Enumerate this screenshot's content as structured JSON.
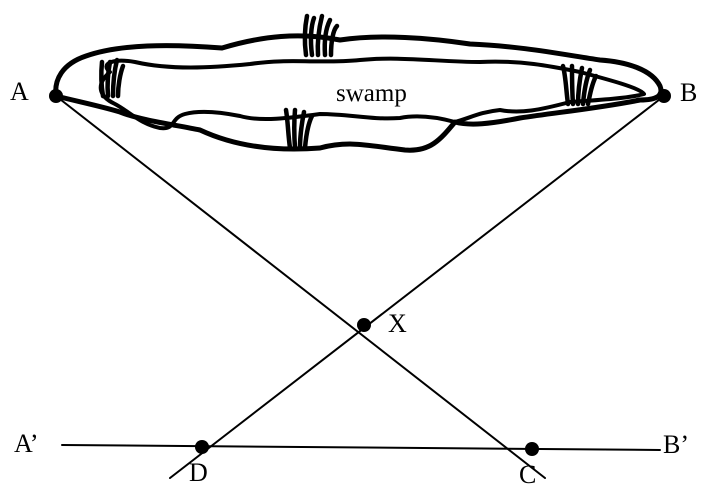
{
  "colors": {
    "ink": "#000000",
    "background": "#ffffff"
  },
  "swamp": {
    "label": "swamp"
  },
  "points": {
    "A": "A",
    "B": "B",
    "X": "X",
    "D": "D",
    "C": "C",
    "A_prime": "A’",
    "B_prime": "B’"
  }
}
